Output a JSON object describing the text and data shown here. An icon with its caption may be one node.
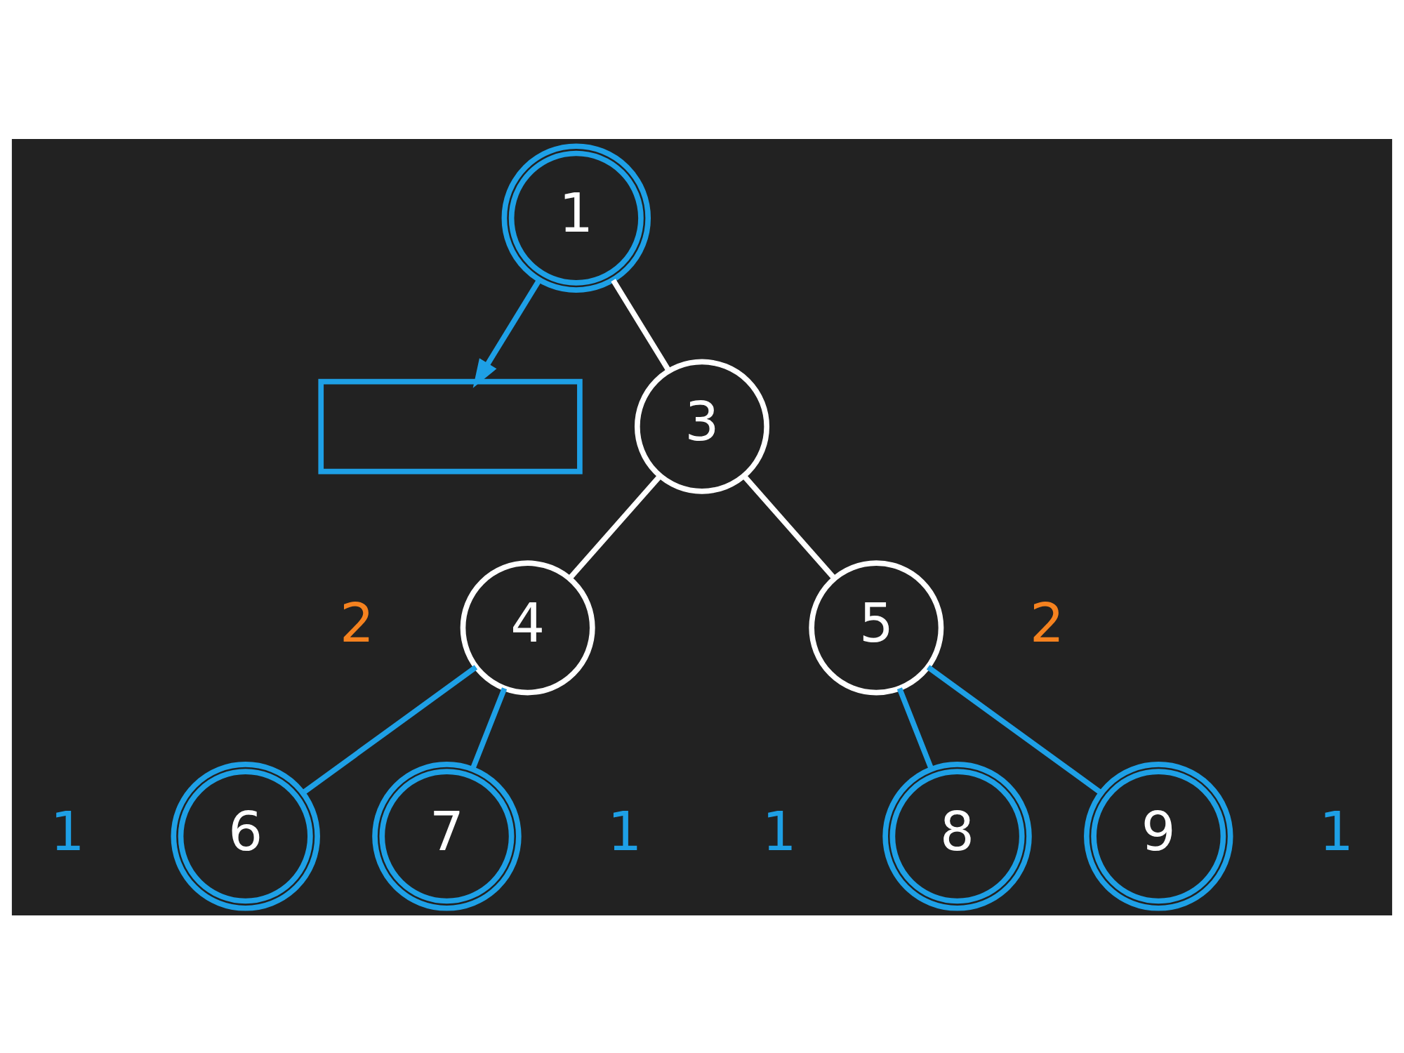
{
  "diagram": {
    "nodes": [
      {
        "text": [
          "1"
        ]
      },
      {
        "text": [],
        "shape": "box"
      },
      {
        "text": [
          "3"
        ]
      },
      {
        "text": [
          "4"
        ]
      },
      {
        "text": [
          "5"
        ]
      },
      {
        "text": [
          "6"
        ]
      },
      {
        "text": [
          "7"
        ]
      },
      {
        "text": [
          "8"
        ]
      },
      {
        "text": [
          "9"
        ]
      }
    ],
    "edges": [
      {
        "from": 0,
        "to": 1,
        "arrow": "to"
      },
      {
        "from": 0,
        "to": 2,
        "arrow": "none",
        "color": "#ffffff"
      },
      {
        "from": 2,
        "to": 3,
        "arrow": "none",
        "color": "#ffffff"
      },
      {
        "from": 2,
        "to": 4,
        "arrow": "none",
        "color": "#ffffff"
      },
      {
        "from": 3,
        "to": 5,
        "arrow": "none"
      },
      {
        "from": 3,
        "to": 6,
        "arrow": "none"
      },
      {
        "from": 4,
        "to": 7,
        "arrow": "none"
      },
      {
        "from": 4,
        "to": 8,
        "arrow": "none"
      }
    ],
    "labels": [
      "2",
      "2",
      "1",
      "1",
      "1",
      "1"
    ]
  }
}
